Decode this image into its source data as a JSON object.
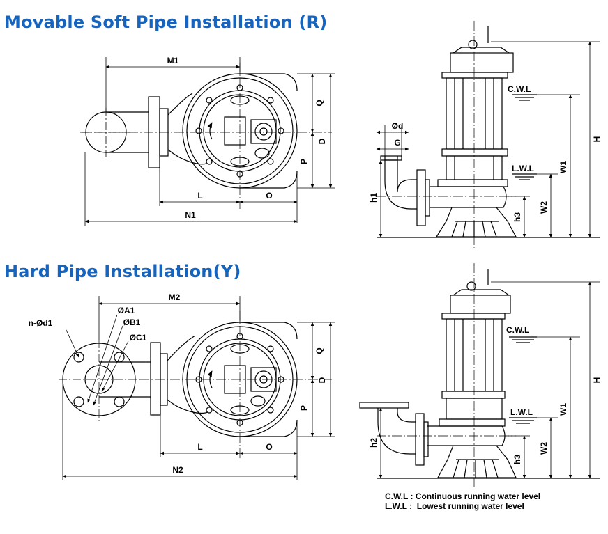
{
  "titles": {
    "movable": "Movable Soft Pipe Installation (R)",
    "hard": "Hard Pipe Installation(Y)"
  },
  "top_plan": {
    "M1": "M1",
    "Q": "Q",
    "D": "D",
    "P": "P",
    "L": "L",
    "O": "O",
    "N1": "N1"
  },
  "top_side": {
    "d": "Ød",
    "G": "G",
    "cwl": "C.W.L",
    "lwl": "L.W.L",
    "H": "H",
    "W1": "W1",
    "W2": "W2",
    "h1": "h1",
    "h3": "h3"
  },
  "bottom_plan": {
    "M2": "M2",
    "nd1": "n-Ød1",
    "A1": "ØA1",
    "B1": "ØB1",
    "C1": "ØC1",
    "Q": "Q",
    "D": "D",
    "P": "P",
    "L": "L",
    "O": "O",
    "N2": "N2"
  },
  "bottom_side": {
    "cwl": "C.W.L",
    "lwl": "L.W.L",
    "H": "H",
    "W1": "W1",
    "W2": "W2",
    "h2": "h2",
    "h3": "h3"
  },
  "legend": {
    "line1": "C.W.L : Continuous running water level",
    "line2": "L.W.L :  Lowest running water level"
  },
  "colors": {
    "title": "#1565c0",
    "line": "#000000"
  }
}
